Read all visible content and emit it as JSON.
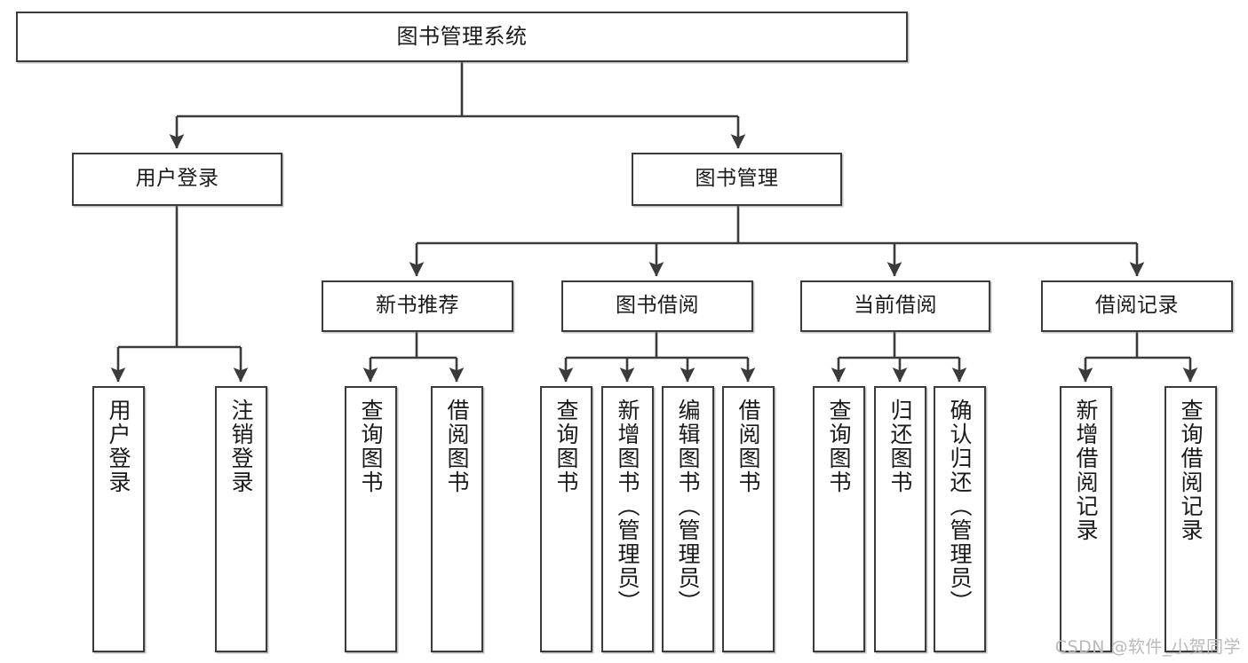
{
  "diagram": {
    "type": "tree",
    "title": "图书管理系统",
    "orientation": "top-down",
    "colors": {
      "node_border": "#3b3b3b",
      "node_fill": "#ffffff",
      "edge": "#3b3b3b",
      "text": "#1a1a1a",
      "watermark": "#b9b9b9"
    }
  },
  "nodes": {
    "root": {
      "label": "图书管理系统"
    },
    "level2": [
      {
        "label": "用户登录"
      },
      {
        "label": "图书管理"
      }
    ],
    "level3": [
      {
        "label": "新书推荐"
      },
      {
        "label": "图书借阅"
      },
      {
        "label": "当前借阅"
      },
      {
        "label": "借阅记录"
      }
    ],
    "leaves": {
      "user_login": [
        {
          "label": "用户登录"
        },
        {
          "label": "注销登录"
        }
      ],
      "new_book_recommend": [
        {
          "label": "查询图书"
        },
        {
          "label": "借阅图书"
        }
      ],
      "book_borrow": [
        {
          "label": "查询图书"
        },
        {
          "label": "新增图书（管理员）"
        },
        {
          "label": "编辑图书（管理员）"
        },
        {
          "label": "借阅图书"
        }
      ],
      "current_borrow": [
        {
          "label": "查询图书"
        },
        {
          "label": "归还图书"
        },
        {
          "label": "确认归还（管理员）"
        }
      ],
      "borrow_record": [
        {
          "label": "新增借阅记录"
        },
        {
          "label": "查询借阅记录"
        }
      ]
    }
  },
  "watermark": {
    "text": "CSDN @软件_小贺同学"
  }
}
